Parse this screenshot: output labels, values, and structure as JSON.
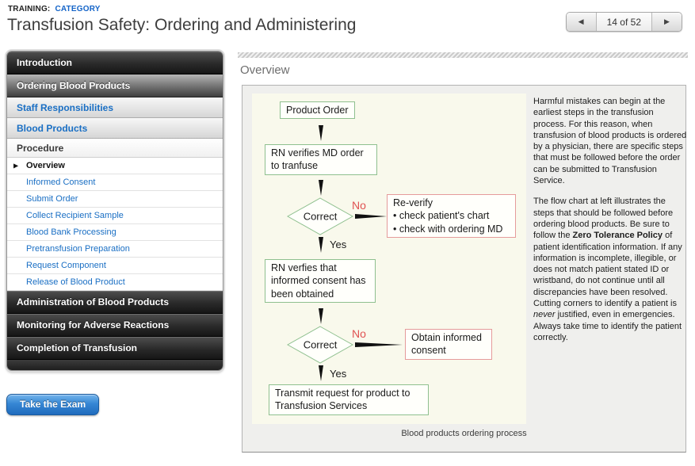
{
  "header": {
    "breadcrumb_label": "TRAINING:",
    "breadcrumb_link": "CATEGORY",
    "title": "Transfusion Safety: Ordering and Administering",
    "pagination": {
      "current": "14 of 52",
      "prev_icon": "◀",
      "next_icon": "▶"
    }
  },
  "sidebar": {
    "items": [
      {
        "label": "Introduction"
      },
      {
        "label": "Ordering Blood Products"
      },
      {
        "label": "Staff Responsibilities"
      },
      {
        "label": "Blood Products"
      },
      {
        "label": "Procedure"
      },
      {
        "label": "Overview"
      },
      {
        "label": "Informed Consent"
      },
      {
        "label": "Submit Order"
      },
      {
        "label": "Collect Recipient Sample"
      },
      {
        "label": "Blood Bank Processing"
      },
      {
        "label": "Pretransfusion Preparation"
      },
      {
        "label": "Request Component"
      },
      {
        "label": "Release of Blood Product"
      },
      {
        "label": "Administration of Blood Products"
      },
      {
        "label": "Monitoring for Adverse Reactions"
      },
      {
        "label": "Completion of Transfusion"
      }
    ],
    "current_marker_icon": "▶",
    "exam_button": "Take the Exam"
  },
  "main": {
    "section_title": "Overview",
    "figure": {
      "caption": "Blood products ordering process",
      "nodes": {
        "product_order": "Product Order",
        "rn_verifies_order": "RN verifies MD order to tranfuse",
        "decision1": "Correct",
        "no1": "No",
        "yes1": "Yes",
        "reverify_title": "Re-verify",
        "reverify_bullet1": "• check patient's chart",
        "reverify_bullet2": "• check with ordering MD",
        "rn_verifies_consent": "RN verfies that informed consent has been obtained",
        "decision2": "Correct",
        "no2": "No",
        "yes2": "Yes",
        "obtain_consent": "Obtain informed consent",
        "transmit": "Transmit request for product to Transfusion Services"
      },
      "colors": {
        "green_border": "#8fc08f",
        "red_border": "#e59b9b",
        "no_label": "#e05252",
        "background": "#f9f9ec"
      }
    },
    "paragraph1": "Harmful mistakes can begin at the earliest steps in the transfusion process. For this reason, when transfusion of blood products is ordered by a physician, there are specific steps that must be followed before the order can be submitted to Transfusion Service.",
    "paragraph2": {
      "part1": "The flow chart at left illustrates the steps that should be followed before ordering blood products. Be sure to follow the ",
      "bold": "Zero Tolerance Policy",
      "part2": " of patient identification information. If any information is incomplete, illegible, or does not match patient stated ID or wristband, do not continue until all discrepancies have been resolved. Cutting corners to identify a patient is ",
      "italic": "never",
      "part3": " justified, even in emergencies. Always take time to identify the patient correctly."
    }
  },
  "colors": {
    "link_blue": "#1a6fc4",
    "exam_button_blue": "#1f6bbd",
    "sidebar_dark": "#2a2a2a"
  }
}
